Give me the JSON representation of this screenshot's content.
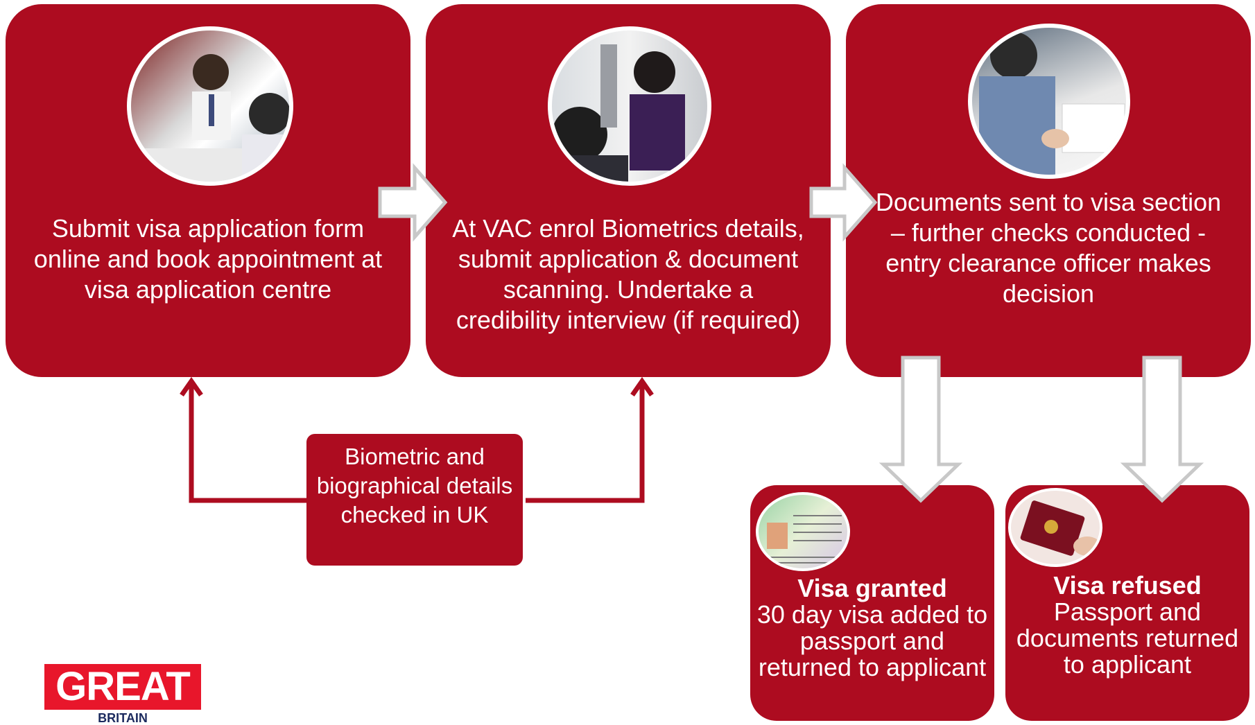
{
  "steps": [
    {
      "text": "Submit visa application form online and book appointment at visa application centre"
    },
    {
      "text": "At VAC enrol Biometrics details, submit application & document scanning. Undertake a credibility interview (if required)"
    },
    {
      "text": "Documents sent to visa section – further checks conducted - entry clearance officer makes decision"
    }
  ],
  "check_box": {
    "text": "Biometric and biographical details checked in UK"
  },
  "outcomes": [
    {
      "title": "Visa granted",
      "text": "30 day visa added to passport and returned to applicant"
    },
    {
      "title": "Visa refused",
      "text": "Passport and documents returned to applicant"
    }
  ],
  "logo": {
    "main": "GREAT",
    "sub": "BRITAIN"
  },
  "colors": {
    "card": "#ad0c20",
    "arrow_fill": "#ffffff",
    "arrow_stroke": "#c8c8c8",
    "logo_red": "#e8162b",
    "logo_blue": "#1b2a5e"
  }
}
